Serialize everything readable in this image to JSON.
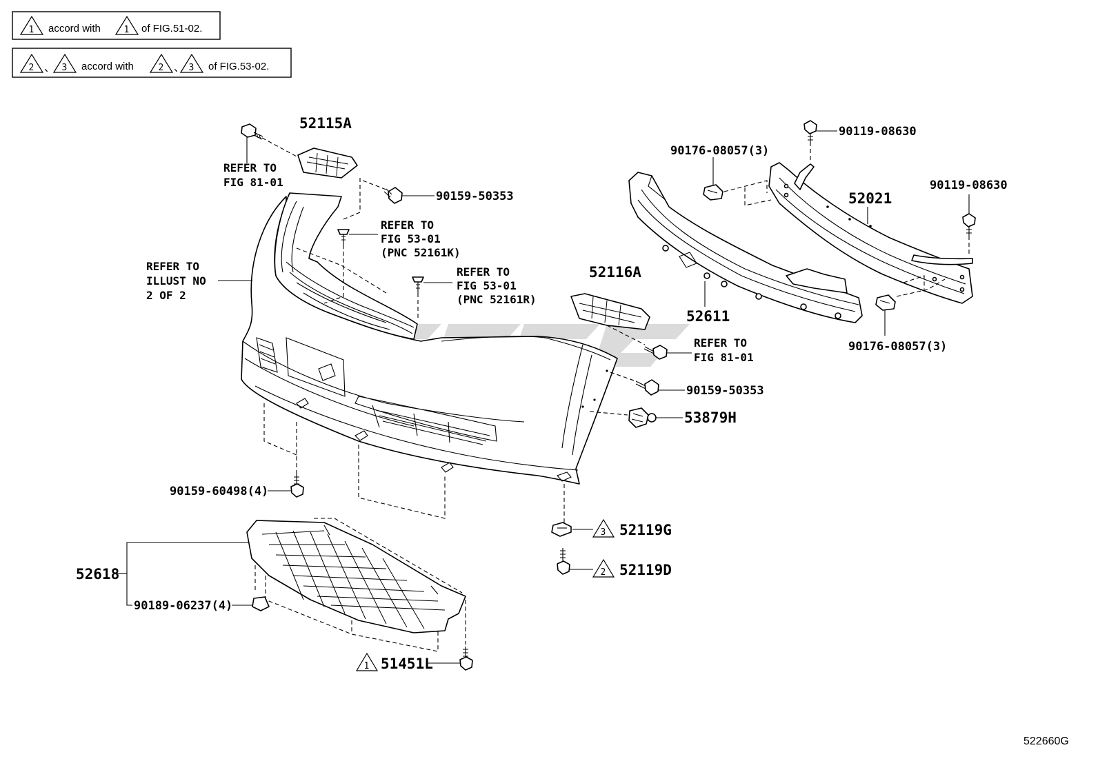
{
  "legend": [
    {
      "marks": [
        "1"
      ],
      "text": "accord with",
      "ref_marks": [
        "1"
      ],
      "suffix": "of FIG.51-02."
    },
    {
      "marks": [
        "2",
        "3"
      ],
      "text": "accord with",
      "ref_marks": [
        "2",
        "3"
      ],
      "suffix": "of FIG.53-02."
    }
  ],
  "labels": {
    "p52115A": "52115A",
    "ref_fig81_a_1": "REFER TO",
    "ref_fig81_a_2": "FIG 81-01",
    "p90159_50353_top": "90159-50353",
    "ref53k_1": "REFER TO",
    "ref53k_2": "FIG 53-01",
    "ref53k_3": "(PNC 52161K)",
    "ref53r_1": "REFER TO",
    "ref53r_2": "FIG 53-01",
    "ref53r_3": "(PNC 52161R)",
    "illust_1": "REFER TO",
    "illust_2": "ILLUST NO",
    "illust_3": "2 OF 2",
    "p52116A": "52116A",
    "ref_fig81_b_1": "REFER TO",
    "ref_fig81_b_2": "FIG 81-01",
    "p90159_50353_mid": "90159-50353",
    "p53879H": "53879H",
    "p90159_60498": "90159-60498(4)",
    "p52119G": "52119G",
    "p52119D": "52119D",
    "p52618": "52618",
    "p90189_06237": "90189-06237(4)",
    "p51451L": "51451L",
    "p90176_top": "90176-08057(3)",
    "p90119_a": "90119-08630",
    "p52021": "52021",
    "p90119_b": "90119-08630",
    "p52611": "52611",
    "p90176_bot": "90176-08057(3)",
    "fig_code": "522660G"
  },
  "marks": {
    "m52119G": "3",
    "m52119D": "2",
    "m51451L": "1"
  },
  "icons": [
    "bolt-icon",
    "clip-icon",
    "nut-icon",
    "warning-triangle-icon"
  ]
}
